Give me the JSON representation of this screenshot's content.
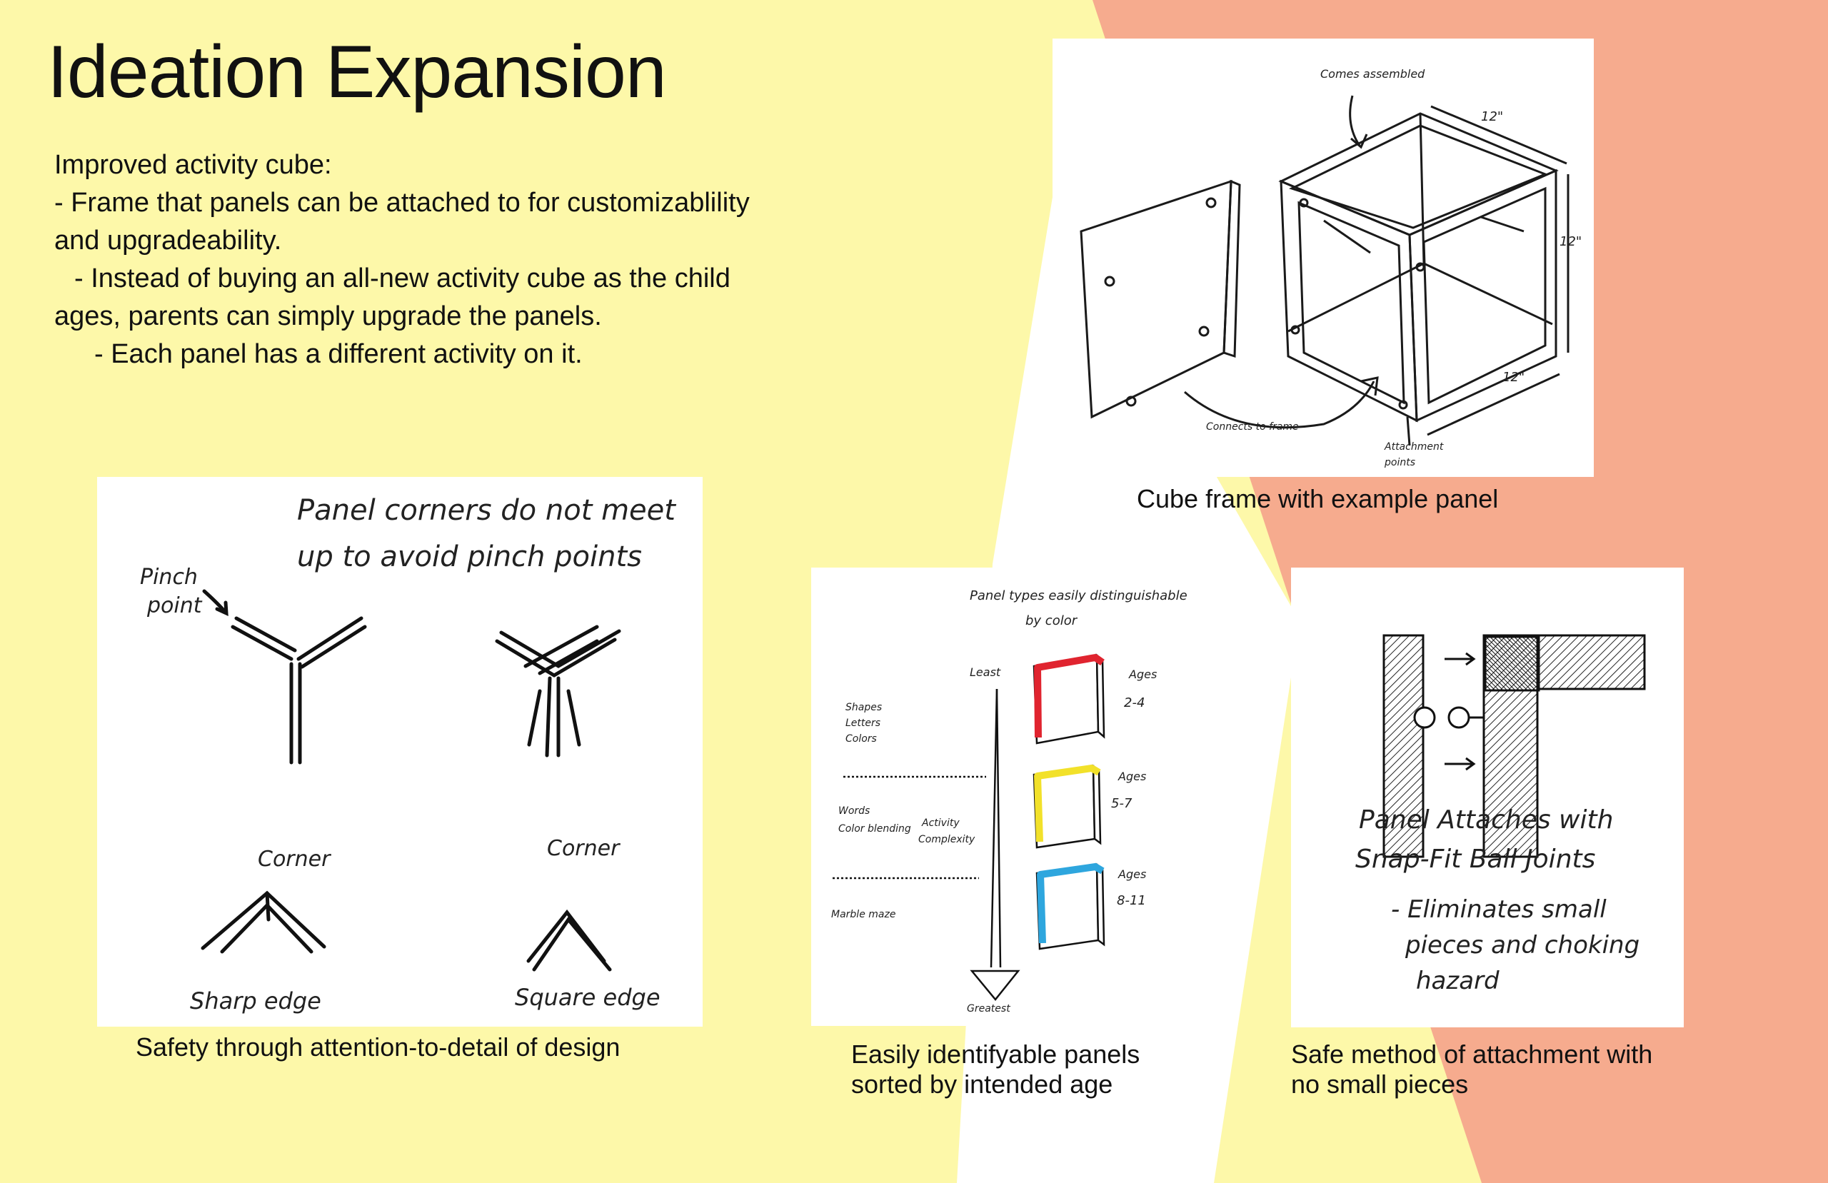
{
  "page": {
    "title": "Ideation Expansion",
    "colors": {
      "left_bg": "#fdf8a9",
      "right_bg": "#f6ab8e",
      "panel_bg": "#ffffff"
    }
  },
  "description": {
    "lines": [
      "Improved activity cube:",
      "- Frame that panels can be attached to for customizablility",
      "and upgradeability.",
      "- Instead of buying an all-new activity cube as the child",
      "ages, parents can simply upgrade the panels.",
      "- Each panel has a different activity on it."
    ]
  },
  "sketch_cube": {
    "caption": "Cube frame with example panel",
    "notes": {
      "assembled": "Comes assembled",
      "dim_top": "12\"",
      "dim_side": "12\"",
      "dim_bottom": "12\"",
      "connects": "Connects to frame",
      "attachment_1": "Attachment",
      "attachment_2": "points"
    }
  },
  "sketch_safety": {
    "caption": "Safety through attention-to-detail of design",
    "notes": {
      "heading_1": "Panel corners do not meet",
      "heading_2": "up to avoid pinch points",
      "pinch_1": "Pinch",
      "pinch_2": "point",
      "corner_left": "Corner",
      "corner_right": "Corner",
      "sharp_edge": "Sharp edge",
      "square_edge": "Square edge"
    }
  },
  "sketch_panels": {
    "caption_1": "Easily identifyable panels",
    "caption_2": "sorted by intended age",
    "notes": {
      "heading_1": "Panel types easily distinguishable",
      "heading_2": "by color",
      "least": "Least",
      "greatest": "Greatest",
      "shapes_1": "Shapes",
      "shapes_2": "Letters",
      "shapes_3": "Colors",
      "words_1": "Words",
      "words_2": "Color blending",
      "activity_1": "Activity",
      "activity_2": "Complexity",
      "marble": "Marble maze",
      "ages_label_1": "Ages",
      "ages_range_1": "2-4",
      "ages_label_2": "Ages",
      "ages_range_2": "5-7",
      "ages_label_3": "Ages",
      "ages_range_3": "8-11"
    },
    "panel_colors": [
      "#e0242f",
      "#f2e12a",
      "#2ea6de"
    ]
  },
  "sketch_attach": {
    "caption_1": "Safe method of attachment with",
    "caption_2": "no small pieces",
    "notes": {
      "line_1": "Panel Attaches with",
      "line_2": "Snap-Fit Ball Joints",
      "line_3": "- Eliminates small",
      "line_4": "pieces and choking",
      "line_5": "hazard"
    }
  }
}
